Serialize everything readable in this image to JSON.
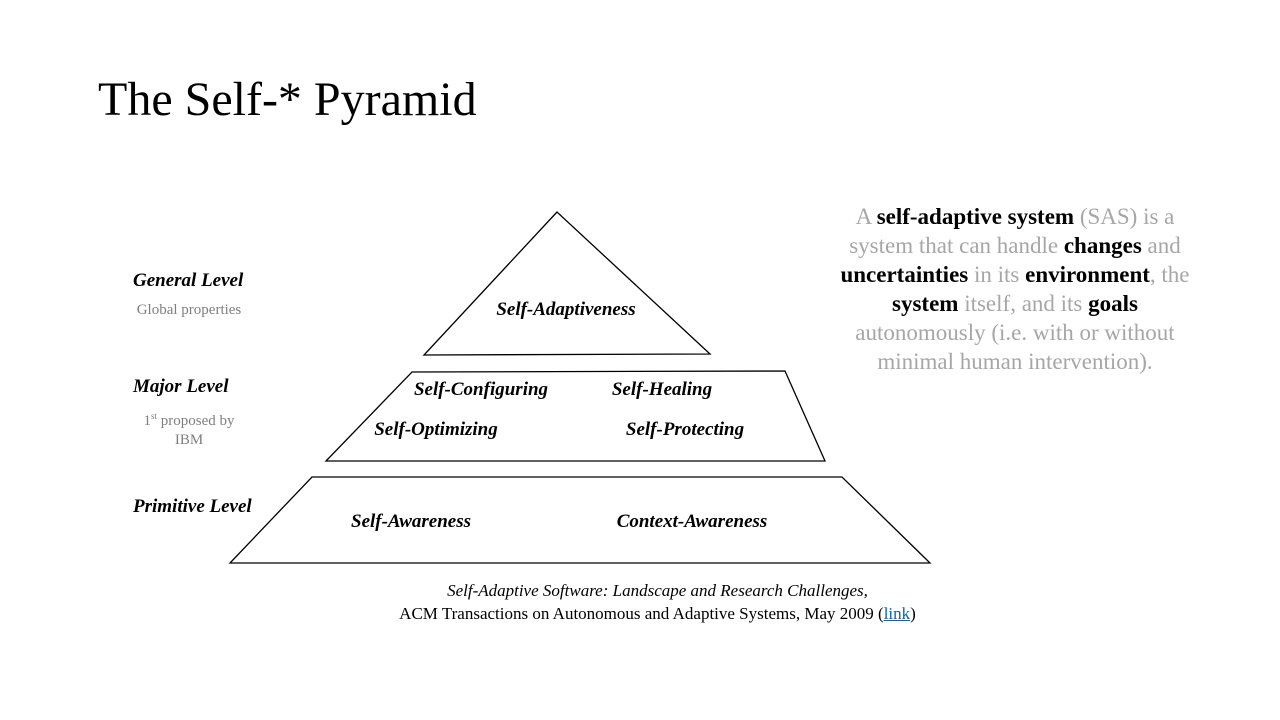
{
  "title": "The Self-* Pyramid",
  "levels": {
    "general": {
      "label": "General Level",
      "sublabel": "Global properties"
    },
    "major": {
      "label": "Major Level",
      "sublabel_pre": "1",
      "sublabel_sup": "st",
      "sublabel_post": " proposed by IBM"
    },
    "primitive": {
      "label": "Primitive Level"
    }
  },
  "pyramid": {
    "top": [
      "Self-Adaptiveness"
    ],
    "middle": [
      "Self-Configuring",
      "Self-Healing",
      "Self-Optimizing",
      "Self-Protecting"
    ],
    "bottom": [
      "Self-Awareness",
      "Context-Awareness"
    ]
  },
  "definition": {
    "t1": "A ",
    "b1": "self-adaptive system",
    "t2": " (SAS) is a system that can handle ",
    "b2": "changes",
    "t3": " and ",
    "b3": "uncertainties",
    "t4": " in its ",
    "b4": "environment",
    "t5": ", the ",
    "b5": "system",
    "t6": " itself, and its ",
    "b6": "goals",
    "t7": " autonomously (i.e. with or without minimal human intervention)."
  },
  "reference": {
    "title": "Self-Adaptive Software: Landscape and Research Challenges,",
    "source": "ACM Transactions on Autonomous and Adaptive Systems, May 2009",
    "open_paren": " (",
    "link_text": "link",
    "close_paren": ")"
  },
  "colors": {
    "muted_text": "#a6a6a6",
    "sublabel_text": "#7f7f7f",
    "link": "#0563c1"
  }
}
